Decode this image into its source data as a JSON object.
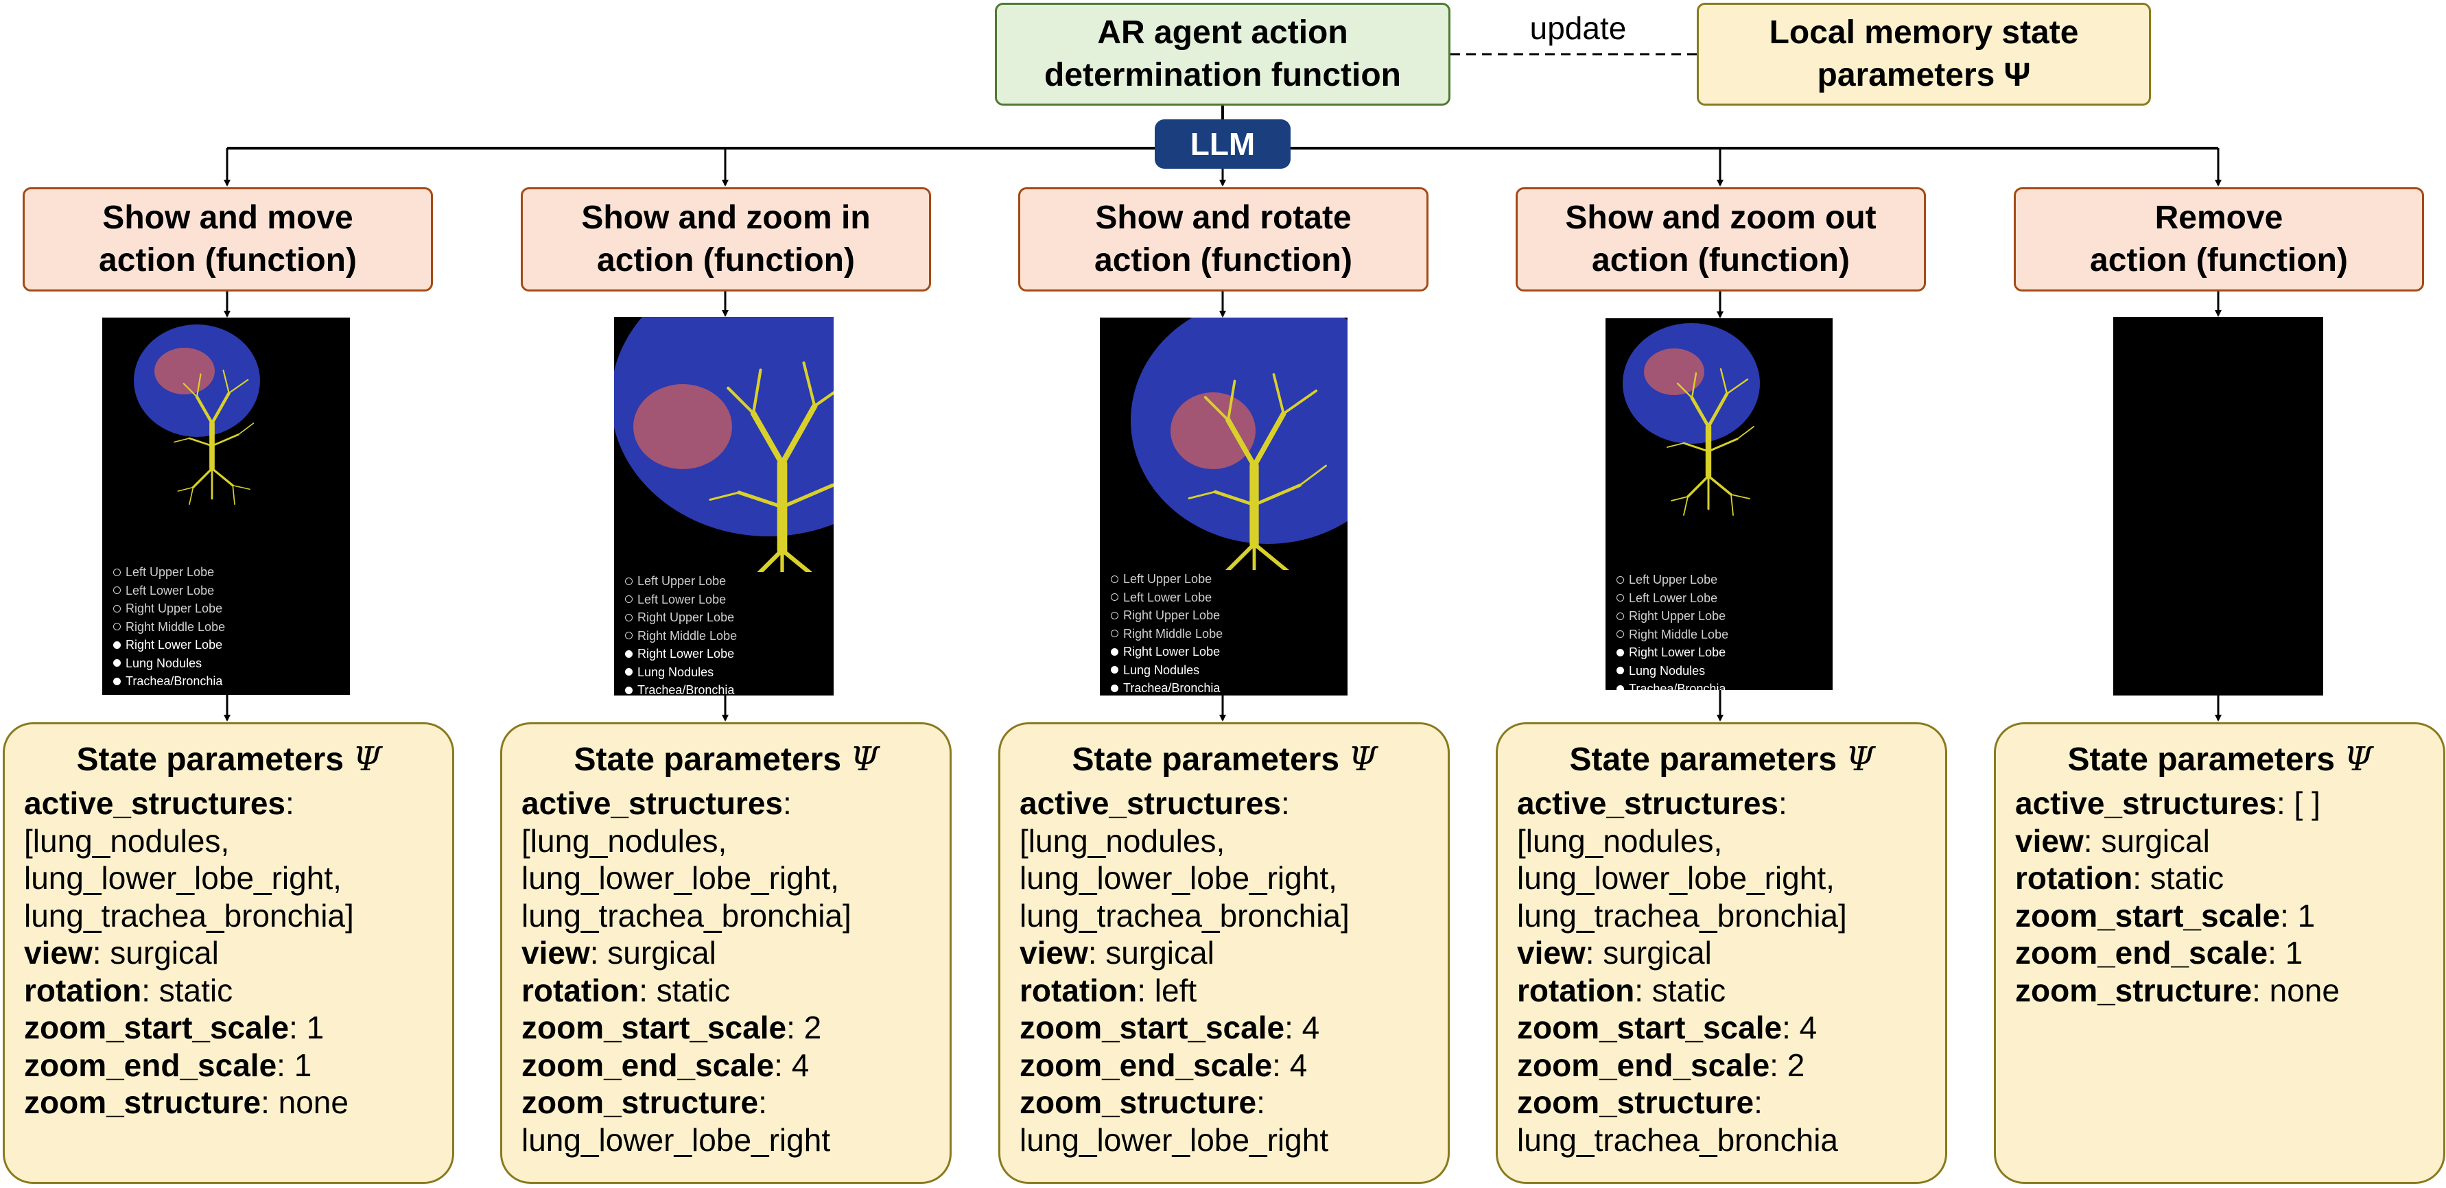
{
  "agent": {
    "line1": "AR agent action",
    "line2": "determination function"
  },
  "memory": {
    "line1": "Local memory state",
    "line2": "parameters Ψ"
  },
  "update_label": "update",
  "llm_label": "LLM",
  "colors": {
    "agent_fill": "#e3f0da",
    "memory_fill": "#fcf1cc",
    "action_fill": "#fbe2d4",
    "action_border": "#a44a16",
    "llm_badge": "#1b3f7e",
    "lobe_blue": "#2f3fbd",
    "nodule_red": "#b85a6a",
    "bronchia_yellow": "#d9d12a"
  },
  "legend_items": [
    "Left Upper Lobe",
    "Left Lower Lobe",
    "Right Upper Lobe",
    "Right Middle Lobe",
    "Right Lower Lobe",
    "Lung Nodules",
    "Trachea/Bronchia"
  ],
  "legend_active": [
    false,
    false,
    false,
    false,
    true,
    true,
    true
  ],
  "columns": [
    {
      "action": {
        "line1": "Show and move",
        "line2": "action (function)"
      },
      "state_title": "State parameters",
      "state_symbol": "Ψ",
      "params": [
        {
          "key": "active_structures",
          "sep": ":",
          "value": ""
        },
        {
          "key": "",
          "sep": "",
          "value": "[lung_nodules,"
        },
        {
          "key": "",
          "sep": "",
          "value": "lung_lower_lobe_right,"
        },
        {
          "key": "",
          "sep": "",
          "value": "lung_trachea_bronchia]"
        },
        {
          "key": "view",
          "sep": ":",
          "value": " surgical"
        },
        {
          "key": "rotation",
          "sep": ":",
          "value": " static"
        },
        {
          "key": "zoom_start_scale",
          "sep": ":",
          "value": " 1"
        },
        {
          "key": "zoom_end_scale",
          "sep": ":",
          "value": " 1"
        },
        {
          "key": "zoom_structure",
          "sep": ":",
          "value": " none"
        }
      ]
    },
    {
      "action": {
        "line1": "Show and zoom in",
        "line2": "action (function)"
      },
      "state_title": "State parameters",
      "state_symbol": "Ψ",
      "params": [
        {
          "key": "active_structures",
          "sep": ":",
          "value": ""
        },
        {
          "key": "",
          "sep": "",
          "value": "[lung_nodules,"
        },
        {
          "key": "",
          "sep": "",
          "value": "lung_lower_lobe_right,"
        },
        {
          "key": "",
          "sep": "",
          "value": "lung_trachea_bronchia]"
        },
        {
          "key": "view",
          "sep": ":",
          "value": " surgical"
        },
        {
          "key": "rotation",
          "sep": ":",
          "value": " static"
        },
        {
          "key": "zoom_start_scale",
          "sep": ":",
          "value": " 2"
        },
        {
          "key": "zoom_end_scale",
          "sep": ":",
          "value": " 4"
        },
        {
          "key": "zoom_structure",
          "sep": ":",
          "value": ""
        },
        {
          "key": "",
          "sep": "",
          "value": "lung_lower_lobe_right"
        }
      ]
    },
    {
      "action": {
        "line1": "Show and rotate",
        "line2": "action (function)"
      },
      "state_title": "State parameters",
      "state_symbol": "Ψ",
      "params": [
        {
          "key": "active_structures",
          "sep": ":",
          "value": ""
        },
        {
          "key": "",
          "sep": "",
          "value": "[lung_nodules,"
        },
        {
          "key": "",
          "sep": "",
          "value": "lung_lower_lobe_right,"
        },
        {
          "key": "",
          "sep": "",
          "value": "lung_trachea_bronchia]"
        },
        {
          "key": "view",
          "sep": ":",
          "value": " surgical"
        },
        {
          "key": "rotation",
          "sep": ":",
          "value": " left"
        },
        {
          "key": "zoom_start_scale",
          "sep": ":",
          "value": " 4"
        },
        {
          "key": "zoom_end_scale",
          "sep": ":",
          "value": " 4"
        },
        {
          "key": "zoom_structure",
          "sep": ":",
          "value": ""
        },
        {
          "key": "",
          "sep": "",
          "value": "lung_lower_lobe_right"
        }
      ]
    },
    {
      "action": {
        "line1": "Show and zoom out",
        "line2": "action (function)"
      },
      "state_title": "State parameters",
      "state_symbol": "Ψ",
      "params": [
        {
          "key": "active_structures",
          "sep": ":",
          "value": ""
        },
        {
          "key": "",
          "sep": "",
          "value": "[lung_nodules,"
        },
        {
          "key": "",
          "sep": "",
          "value": "lung_lower_lobe_right,"
        },
        {
          "key": "",
          "sep": "",
          "value": "lung_trachea_bronchia]"
        },
        {
          "key": "view",
          "sep": ":",
          "value": " surgical"
        },
        {
          "key": "rotation",
          "sep": ":",
          "value": " static"
        },
        {
          "key": "zoom_start_scale",
          "sep": ":",
          "value": " 4"
        },
        {
          "key": "zoom_end_scale",
          "sep": ":",
          "value": " 2"
        },
        {
          "key": "zoom_structure",
          "sep": ":",
          "value": ""
        },
        {
          "key": "",
          "sep": "",
          "value": "lung_trachea_bronchia"
        }
      ]
    },
    {
      "action": {
        "line1": "Remove",
        "line2": "action (function)"
      },
      "state_title": "State parameters",
      "state_symbol": "Ψ",
      "params": [
        {
          "key": "active_structures",
          "sep": ":",
          "value": " [ ]"
        },
        {
          "key": "view",
          "sep": ":",
          "value": " surgical"
        },
        {
          "key": "rotation",
          "sep": ":",
          "value": " static"
        },
        {
          "key": "zoom_start_scale",
          "sep": ":",
          "value": " 1"
        },
        {
          "key": "zoom_end_scale",
          "sep": ":",
          "value": " 1"
        },
        {
          "key": "zoom_structure",
          "sep": ":",
          "value": " none"
        }
      ]
    }
  ]
}
